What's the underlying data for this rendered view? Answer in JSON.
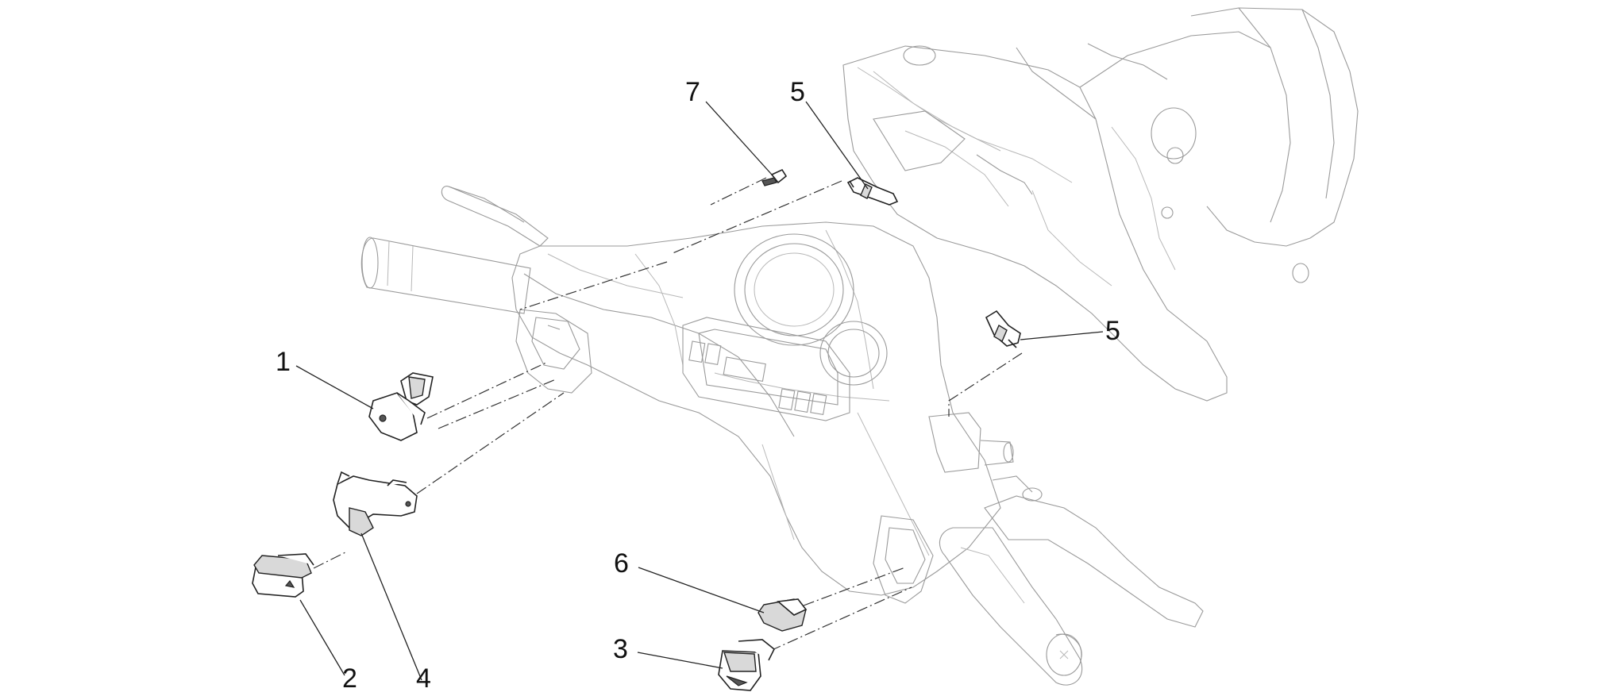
{
  "diagram": {
    "callouts": [
      {
        "label": "1"
      },
      {
        "label": "2"
      },
      {
        "label": "3"
      },
      {
        "label": "4"
      },
      {
        "label": "5"
      },
      {
        "label": "5"
      },
      {
        "label": "6"
      },
      {
        "label": "7"
      }
    ]
  }
}
